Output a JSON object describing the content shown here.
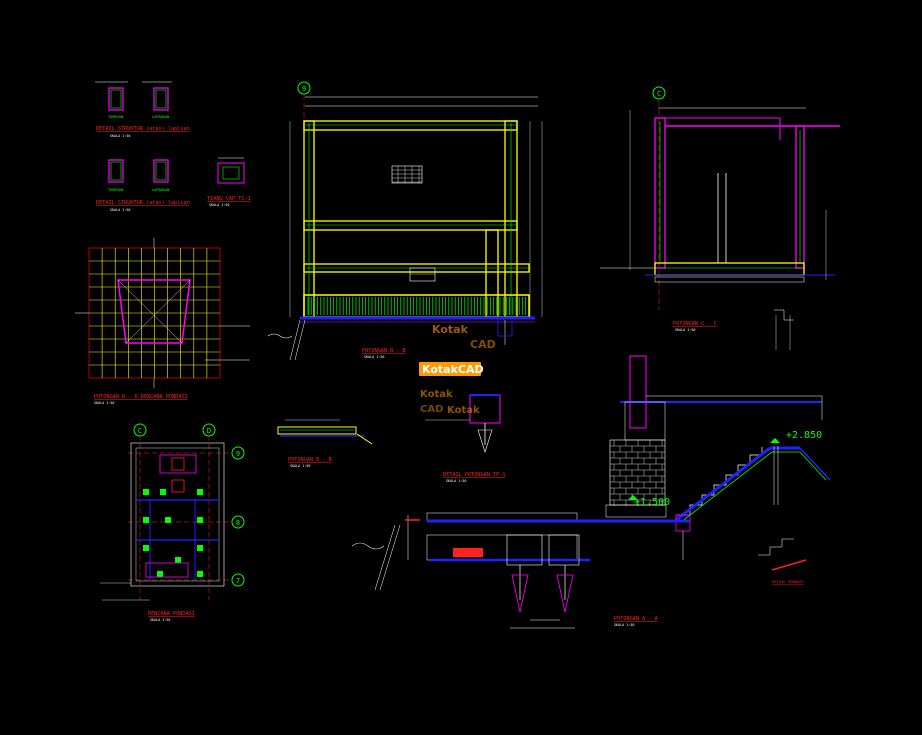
{
  "drawing": {
    "background": "#000000",
    "colors": {
      "structure_yellow": "#ffff00",
      "rebar_green": "#00ff00",
      "outline_magenta": "#ff00ff",
      "detail_blue": "#2020ff",
      "title_red": "#ff2020",
      "text_white": "#ffffff",
      "watermark_orange": "#ff9a00"
    },
    "watermark": {
      "brand": "KotakCAD",
      "fragments": [
        "Kotak",
        "CAD",
        "Kotak",
        "Kotak",
        "CAD",
        "KotakCAD"
      ]
    },
    "grid_bubbles": {
      "top_9": "9",
      "top_c": "C",
      "plan_c": "C",
      "plan_d": "D",
      "plan_9": "9",
      "plan_8": "8",
      "plan_7": "7"
    },
    "elevations": {
      "upper": "+2.850",
      "lower": "+1.500"
    },
    "titles": {
      "detail_top_1": "DETAIL STRUKTUR (atas) lapisan",
      "detail_top_2": "DETAIL STRUKTUR (atas) lapisan",
      "tiang": "TIANG CAP TC-1",
      "section_d": "POTONGAN D - D RENCANA PONDASI",
      "section_b_main": "POTONGAN B - B",
      "section_c": "POTONGAN C - C",
      "section_b_small": "POTONGAN B - B",
      "detail_tp": "DETAIL POTONGAN TP-1",
      "plan": "RENCANA PONDASI",
      "section_a": "POTONGAN A - A",
      "small_detail": "DETAIL PONDASI"
    },
    "labels": {
      "scale": "SKALA 1:50",
      "tumpuan": "TUMPUAN",
      "lapangan": "LAPANGAN"
    }
  }
}
